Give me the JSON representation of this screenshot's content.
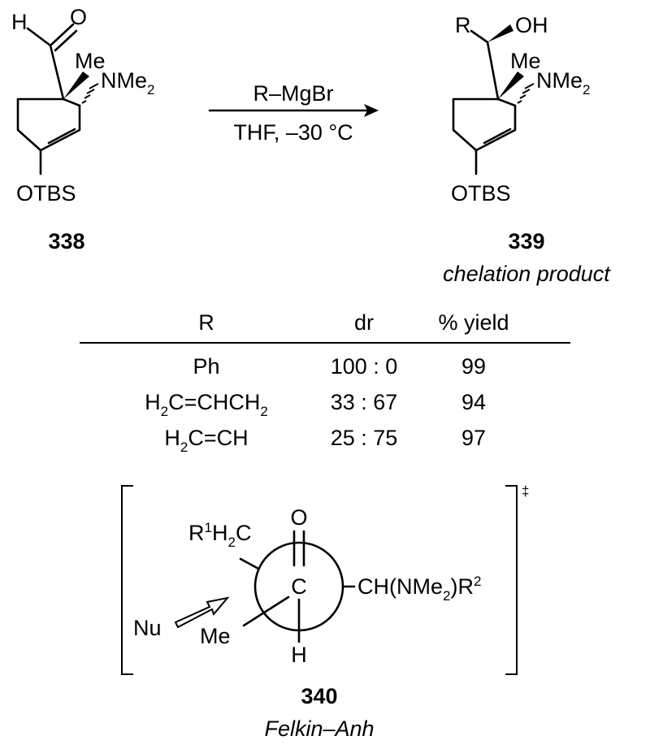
{
  "scheme": {
    "reactant": {
      "id": "338",
      "aldehyde_H": "H",
      "aldehyde_O": "O",
      "methyl": "Me",
      "amine": "NMe",
      "amine_sub": "2",
      "silyl_ether": "OTBS"
    },
    "conditions": {
      "reagent": "R–MgBr",
      "solvent_temp": "THF, –30 °C"
    },
    "product": {
      "id": "339",
      "caption": "chelation product",
      "r_group": "R",
      "hydroxyl": "OH",
      "methyl": "Me",
      "amine": "NMe",
      "amine_sub": "2",
      "silyl_ether": "OTBS"
    }
  },
  "table": {
    "headers": [
      "R",
      "dr",
      "% yield"
    ],
    "rows": [
      {
        "r": "Ph",
        "r_parts": [
          "Ph"
        ],
        "dr": "100 : 0",
        "yield": "99"
      },
      {
        "r": "H2C=CHCH2",
        "r_parts": [
          "H",
          "2",
          "C=CHCH",
          "2"
        ],
        "dr": "33 : 67",
        "yield": "94"
      },
      {
        "r": "H2C=CH",
        "r_parts": [
          "H",
          "2",
          "C=CH"
        ],
        "dr": "25 : 75",
        "yield": "97"
      }
    ]
  },
  "transition_state": {
    "id": "340",
    "caption": "Felkin–Anh",
    "dagger": "‡",
    "nucleophile": "Nu",
    "carbonyl_O": "O",
    "carbonyl_C": "C",
    "front_H": "H",
    "front_Me": "Me",
    "r1_group": [
      "R",
      "1",
      "H",
      "2",
      "C"
    ],
    "large_group": [
      "CH(NMe",
      "2",
      ")R",
      "2"
    ]
  }
}
